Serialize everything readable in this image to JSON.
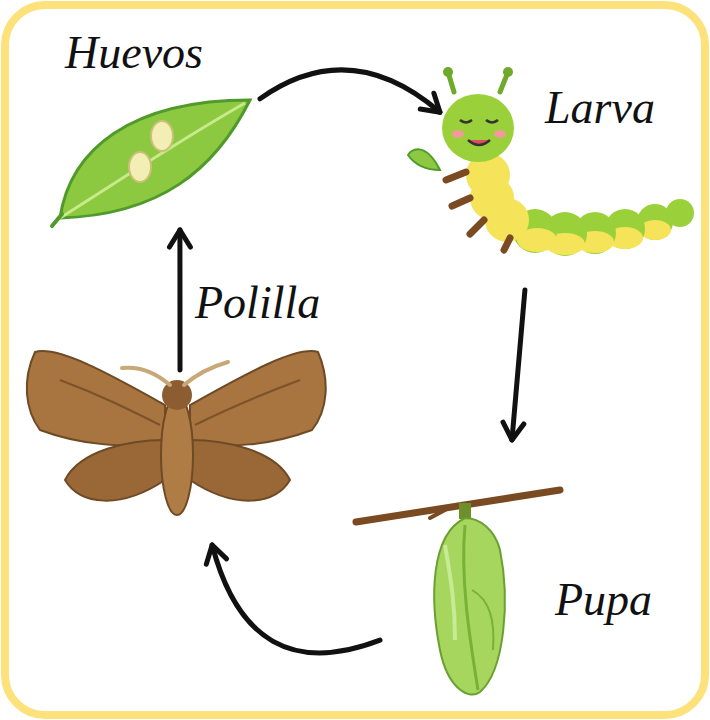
{
  "diagram": {
    "nodes": [
      {
        "text": [
          "Huevos"
        ]
      },
      {
        "text": [
          "Larva"
        ]
      },
      {
        "text": [
          "Pupa"
        ]
      },
      {
        "text": [
          "Polilla"
        ]
      }
    ],
    "edges": [
      {
        "from": 0,
        "to": 1,
        "arrow": "to"
      },
      {
        "from": 1,
        "to": 2,
        "arrow": "to"
      },
      {
        "from": 2,
        "to": 3,
        "arrow": "to"
      },
      {
        "from": 3,
        "to": 0,
        "arrow": "to"
      }
    ]
  }
}
